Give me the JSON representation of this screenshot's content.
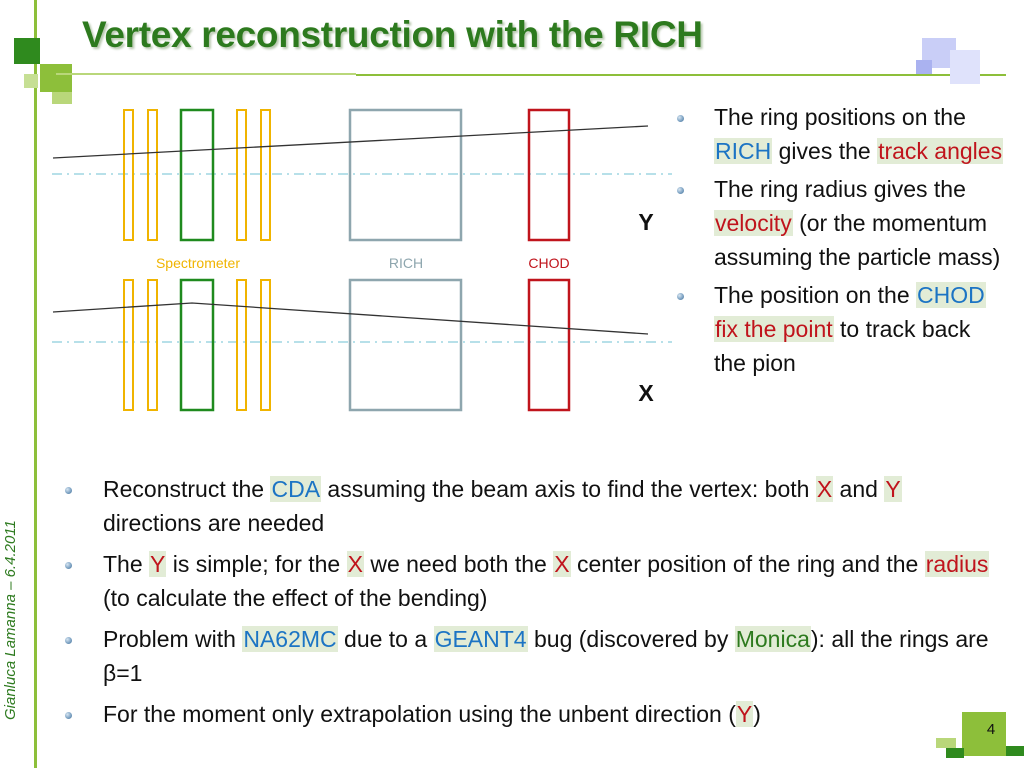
{
  "title": "Vertex reconstruction with the RICH",
  "side_credit": "Gianluca Lamanna – 6.4.2011",
  "page_number": "4",
  "colors": {
    "title_green": "#2d7a1e",
    "highlight_blue": "#1c74c4",
    "highlight_red": "#c0141c",
    "spectrometer": "#f0b400",
    "rich": "#8ea6ae",
    "chod": "#c0141c"
  },
  "diagram": {
    "labels": {
      "spectrometer": "Spectrometer",
      "rich": "RICH",
      "chod": "CHOD",
      "y_view": "Y",
      "x_view": "X"
    }
  },
  "right_bullets": [
    {
      "parts": [
        {
          "t": "The ring positions on the "
        },
        {
          "t": "RICH",
          "c": "blue",
          "h": true
        },
        {
          "t": " gives the "
        },
        {
          "t": "track angles",
          "c": "red",
          "h": true
        }
      ]
    },
    {
      "parts": [
        {
          "t": "The ring radius gives the "
        },
        {
          "t": "velocity",
          "c": "red",
          "h": true
        },
        {
          "t": " (or the momentum assuming the particle mass)"
        }
      ]
    },
    {
      "parts": [
        {
          "t": "The position on the "
        },
        {
          "t": "CHOD",
          "c": "blue",
          "h": true
        },
        {
          "t": " "
        },
        {
          "t": "fix the point",
          "c": "red",
          "h": true
        },
        {
          "t": " to track back the pion"
        }
      ]
    }
  ],
  "bottom_bullets": [
    {
      "parts": [
        {
          "t": "Reconstruct the "
        },
        {
          "t": "CDA",
          "c": "blue",
          "h": true
        },
        {
          "t": " assuming the beam axis to find the vertex: both "
        },
        {
          "t": "X",
          "c": "red",
          "h": true
        },
        {
          "t": " and "
        },
        {
          "t": "Y",
          "c": "red",
          "h": true
        },
        {
          "t": " directions are needed"
        }
      ]
    },
    {
      "parts": [
        {
          "t": "The "
        },
        {
          "t": "Y",
          "c": "red",
          "h": true
        },
        {
          "t": " is simple; for the "
        },
        {
          "t": "X",
          "c": "red",
          "h": true
        },
        {
          "t": " we need both the "
        },
        {
          "t": "X",
          "c": "red",
          "h": true
        },
        {
          "t": " center position of the ring and the "
        },
        {
          "t": "radius",
          "c": "red",
          "h": true
        },
        {
          "t": " (to calculate the effect of the bending)"
        }
      ]
    },
    {
      "parts": [
        {
          "t": "Problem with "
        },
        {
          "t": "NA62MC",
          "c": "blue",
          "h": true
        },
        {
          "t": " due to a "
        },
        {
          "t": "GEANT4",
          "c": "blue",
          "h": true
        },
        {
          "t": " bug (discovered by "
        },
        {
          "t": "Monica",
          "c": "green",
          "h": true
        },
        {
          "t": "): all the rings are β=1"
        }
      ]
    },
    {
      "parts": [
        {
          "t": "For the moment only extrapolation using the unbent direction ("
        },
        {
          "t": "Y",
          "c": "red",
          "h": true
        },
        {
          "t": ")"
        }
      ]
    }
  ]
}
